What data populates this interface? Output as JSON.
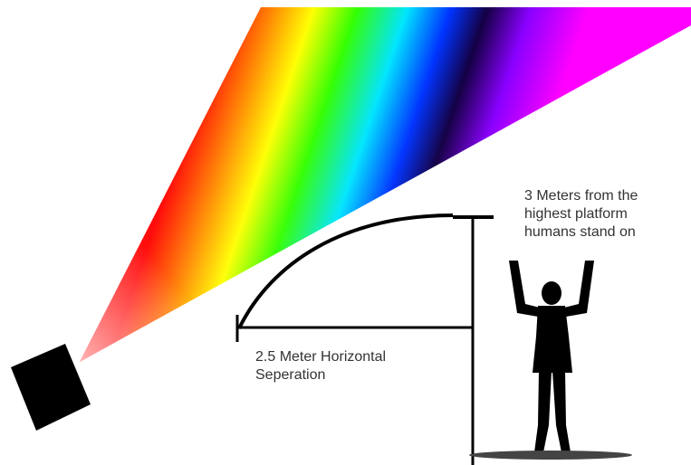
{
  "annotations": {
    "height_line_1": "3 Meters from the",
    "height_line_2": "highest platform",
    "height_line_3": "humans stand on",
    "horizontal_line_1": "2.5 Meter Horizontal",
    "horizontal_line_2": "Seperation"
  },
  "colors": {
    "ink": "#000000",
    "text": "#333333",
    "spectrum": [
      "#ff0000",
      "#ff7f00",
      "#ffff00",
      "#00ff00",
      "#00ffff",
      "#0000ff",
      "#1a0066",
      "#8000ff",
      "#ff00ff"
    ]
  },
  "icons": [
    "projector-box",
    "human-silhouette"
  ]
}
